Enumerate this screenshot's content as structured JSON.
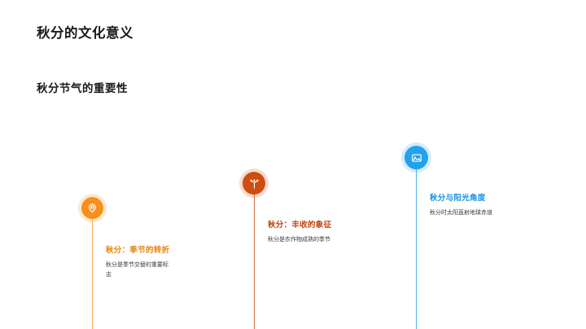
{
  "slide": {
    "title": "秋分的文化意义",
    "subtitle": "秋分节气的重要性"
  },
  "timeline": {
    "items": [
      {
        "id": "item1",
        "icon": "location-pin-icon",
        "heading": "秋分：季节的转折",
        "body": "秋分是季节交替的重要标志",
        "color": "#f5901f"
      },
      {
        "id": "item2",
        "icon": "grain-plant-icon",
        "heading": "秋分：丰收的象征",
        "body": "秋分是农作物成熟的季节",
        "color": "#cc4e10"
      },
      {
        "id": "item3",
        "icon": "image-photo-icon",
        "heading": "秋分与阳光角度",
        "body": "秋分时太阳直射地球赤道",
        "color": "#22a2ec"
      }
    ]
  }
}
